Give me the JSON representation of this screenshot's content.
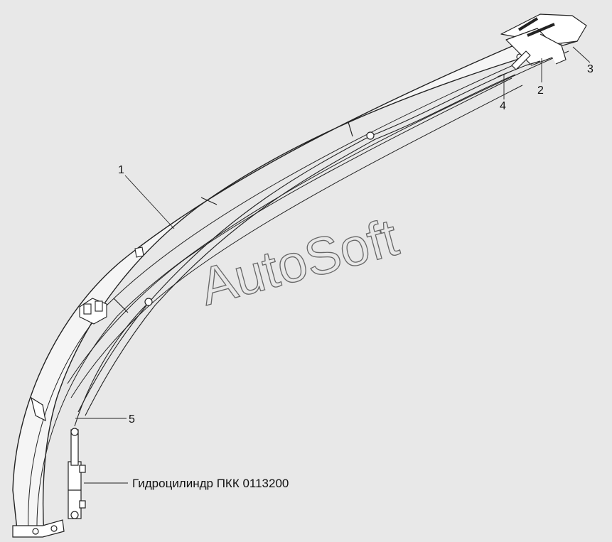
{
  "watermark": "AutoSoft",
  "callouts": {
    "c1": "1",
    "c2": "2",
    "c3": "3",
    "c4": "4",
    "c5": "5"
  },
  "caption": "Гидроцилиндр ПКК 0113200",
  "colors": {
    "background": "#e8e8e8",
    "boom_fill": "#f5f5f5",
    "line": "#222222"
  }
}
